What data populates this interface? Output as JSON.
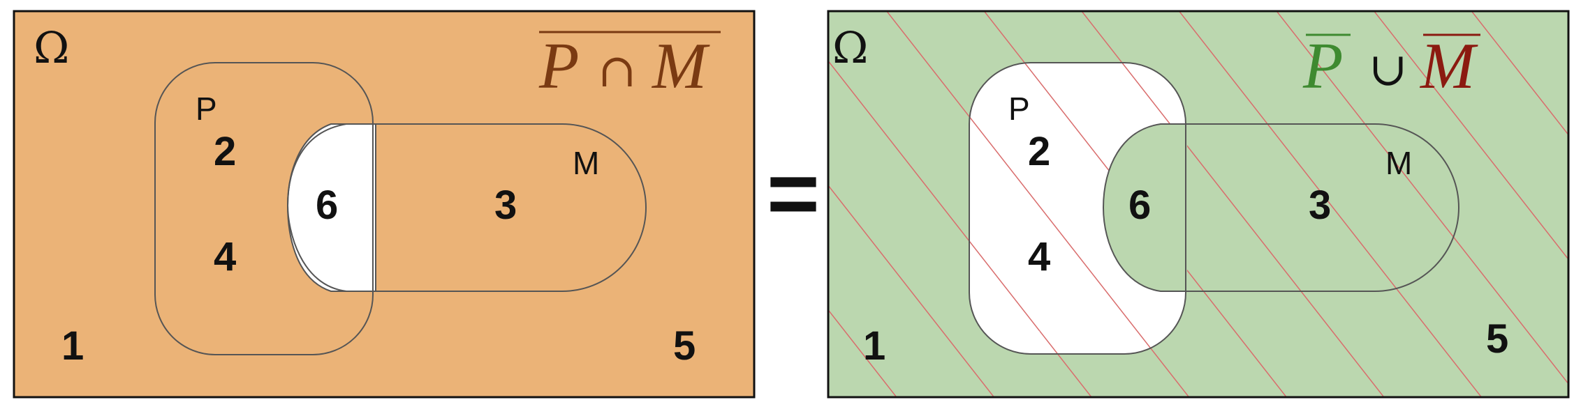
{
  "colors": {
    "left_background": "#ebb377",
    "right_background": "#bbd7af",
    "hatch": "#d96c6c",
    "left_formula": "#7a3a12",
    "p_complement": "#3e8a30",
    "m_complement": "#8b1a10"
  },
  "left_panel": {
    "omega": "Ω",
    "set_p": "P",
    "set_m": "M",
    "region_numbers": [
      "1",
      "2",
      "3",
      "4",
      "5",
      "6"
    ],
    "formula": {
      "p": "P",
      "operator": "∩",
      "m": "M"
    }
  },
  "equals": "=",
  "right_panel": {
    "omega": "Ω",
    "set_p": "P",
    "set_m": "M",
    "region_numbers": [
      "1",
      "2",
      "3",
      "4",
      "5",
      "6"
    ],
    "formula": {
      "p": "P",
      "operator": "∪",
      "m": "M"
    }
  }
}
